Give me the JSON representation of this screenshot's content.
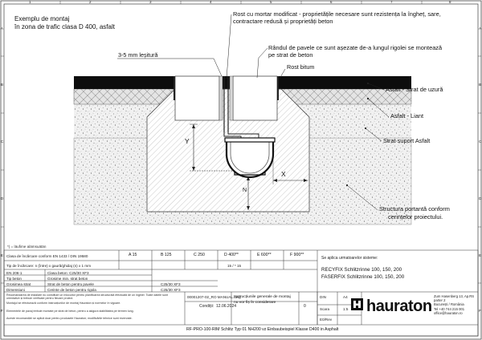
{
  "title": {
    "line1": "Exemplu de montaj",
    "line2": "în zona de trafic clasa D 400, asfalt"
  },
  "annotations": {
    "rost": {
      "line1": "Rost cu mortar modificat - proprietățile necesare sunt rezistența la îngheț, sare,",
      "line2": "contractare redusă și proprietăți beton"
    },
    "randul": {
      "line1": "Rândul de pavele ce sunt așezate de-a lungul rigolei se montează",
      "line2": "pe strat de beton"
    },
    "lesitura": "3-5 mm leșitură",
    "rost_bitum": "Rost bitum",
    "asfalt_uzura": "Asfalt - Strat de uzură",
    "asfalt_liant": "Asfalt - Liant",
    "strat_suport": "Strat suport Asfalt",
    "structura": {
      "line1": "Structura portantă conform",
      "line2": "cerințelor proiectului."
    },
    "dim_x": "X",
    "dim_y": "Y",
    "dim_n": "N",
    "footnote": "*) = läufime alämsuätän"
  },
  "grid": {
    "cols": [
      "1",
      "2",
      "3",
      "4",
      "5",
      "6",
      "7",
      "8"
    ],
    "rows": [
      "A",
      "B",
      "C",
      "D",
      "E",
      "F"
    ]
  },
  "title_block": {
    "load_classes": [
      "A 15",
      "B 125",
      "C 250",
      "D 400**",
      "E 600**",
      "F 900**"
    ],
    "row1_label": "Clasa de încărcare conform EN 1433 / DIN 19580",
    "row2_label": "Tip de încărcare: n (între) x gaură/ghidaj (n) x 1 mm",
    "row2_value": "15 / * 15",
    "small_rows": [
      {
        "label": "EN 206-1",
        "value": "Clasa beton: C25/30 XF3"
      },
      {
        "label": "Tip beton",
        "value": "Grosime min. strat beton"
      },
      {
        "label": "Grosimea strat",
        "value": "Strat de beton pentru pavele"
      },
      {
        "label": "Dimensiuni",
        "value": "Cerinte de beton pentru rigola"
      }
    ],
    "small_values": [
      "C25/30 XF3",
      "C25/30 XF3"
    ],
    "info_header": "Se aplica urmatoarelor sisteme:",
    "products": [
      "RECYFIX Schlitzrinne 100, 150, 200",
      "FASERFIX Schlitzrinne 100, 150, 200"
    ],
    "legal": [
      "Recomandarea de instalare nu constituie un înlocuitor pentru planificarea structurală efectuată de un inginer. Toate datele sunt orientative și trebuie verificate pentru fiecare proiect.",
      "Montajul se efectuează conform instrucțiunilor de montaj Hauraton și normelor în vigoare.",
      "Elementele de pavaj trebuie montate pe strat de beton, pentru a asigura stabilitatea pe termen lung.",
      "Aceste recomandări se aplică doar pentru produsele Hauraton; modificările tehnice sunt rezervate."
    ],
    "drawing_no_label": "Nr. desen",
    "drawing_no": "00001207-02_RO MANUAL.dwg",
    "conditii_label": "Condiții:",
    "date": "12.06.2024",
    "description_line1": "Instrucțiunile generale de montaj",
    "description_line2": "nu vor fiș în considerare",
    "sheet_no": "0",
    "size_label": "DIN",
    "size_value": "A4",
    "scale_label": "Scara",
    "scale_value": "1:5",
    "sheet_total": "E0/Rev",
    "company": {
      "name": "hauraton",
      "address1": "Zum Hasenberg 13, Ap.RS",
      "address2": "parter 2",
      "city": "București / România",
      "tel": "Tel +40 744 215 001",
      "email": "office@hauraton.ro"
    },
    "file_ref": "RF-PRO-100-RIM Schlitz Typ 01 NH200 vz Einbaubeispiel Klasse D400 in Asphalt"
  }
}
